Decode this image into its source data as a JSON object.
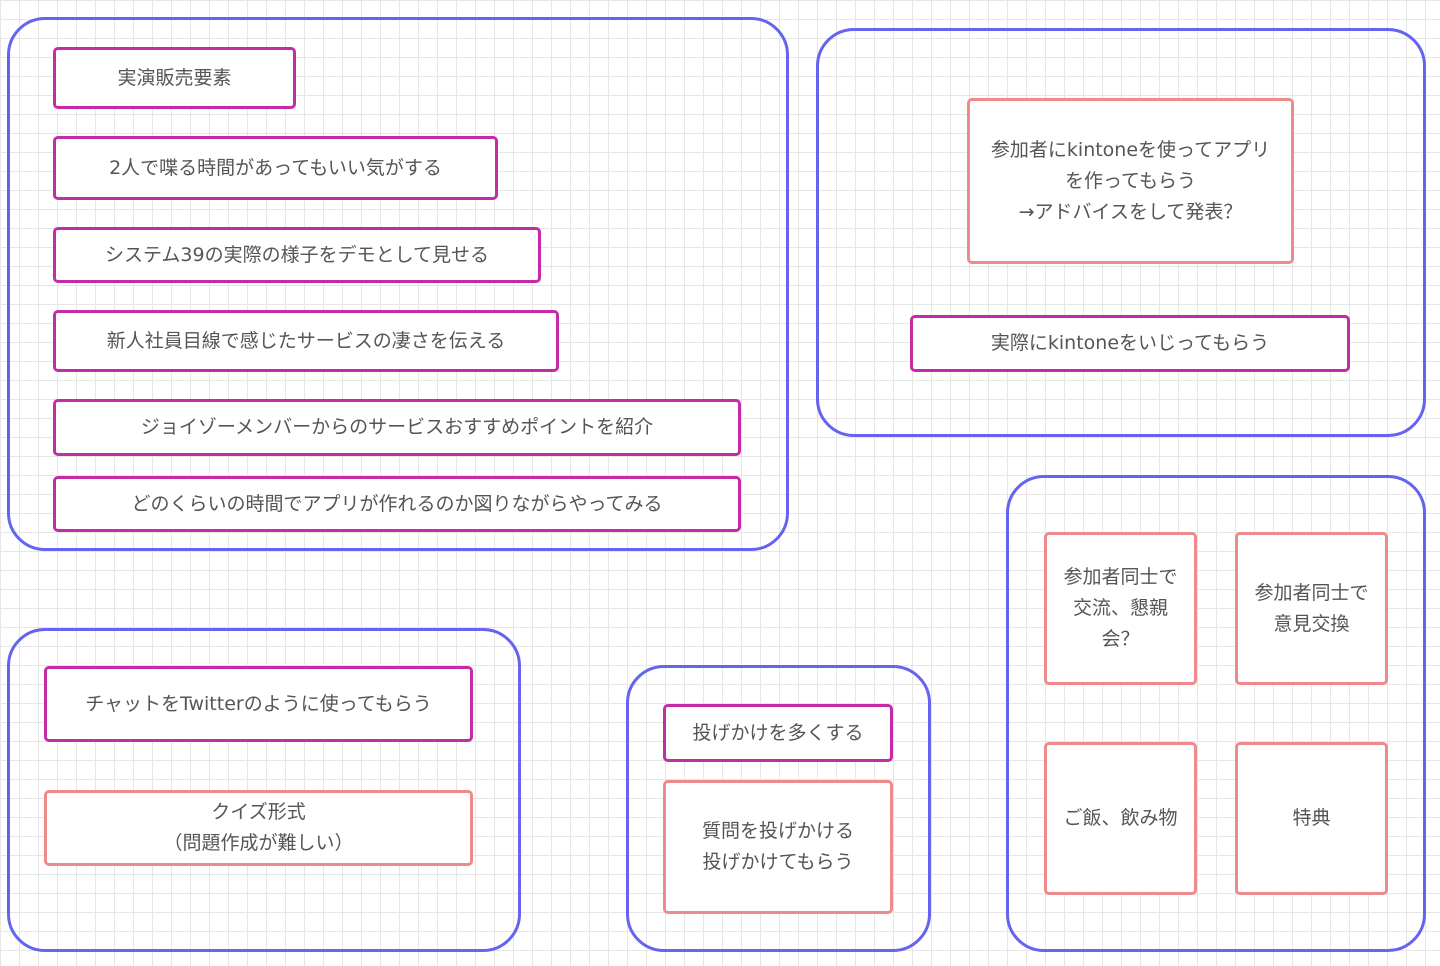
{
  "frames": {
    "demo": {
      "cards": [
        "実演販売要素",
        "2人で喋る時間があってもいい気がする",
        "システム39の実際の様子をデモとして見せる",
        "新人社員目線で感じたサービスの凄さを伝える",
        "ジョイゾーメンバーからのサービスおすすめポイントを紹介",
        "どのくらいの時間でアプリが作れるのか図りながらやってみる"
      ]
    },
    "kintone": {
      "cards": [
        "参加者にkintoneを使ってアプリ\nを作ってもらう\n→アドバイスをして発表？",
        "実際にkintoneをいじってもらう"
      ]
    },
    "chat": {
      "cards": [
        "チャットをTwitterのように使ってもらう",
        "クイズ形式\n（問題作成が難しい）"
      ]
    },
    "question": {
      "cards": [
        "投げかけを多くする",
        "質問を投げかける\n投げかけてもらう"
      ]
    },
    "exchange": {
      "cards": [
        "参加者同士で\n交流、懇親\n会？",
        "参加者同士で\n意見交換",
        "ご飯、飲み物",
        "特典"
      ]
    }
  },
  "colors": {
    "frame": "#6464f0",
    "primary_card": "#c42ba8",
    "secondary_card": "#ee8a8a",
    "text": "#555555"
  }
}
